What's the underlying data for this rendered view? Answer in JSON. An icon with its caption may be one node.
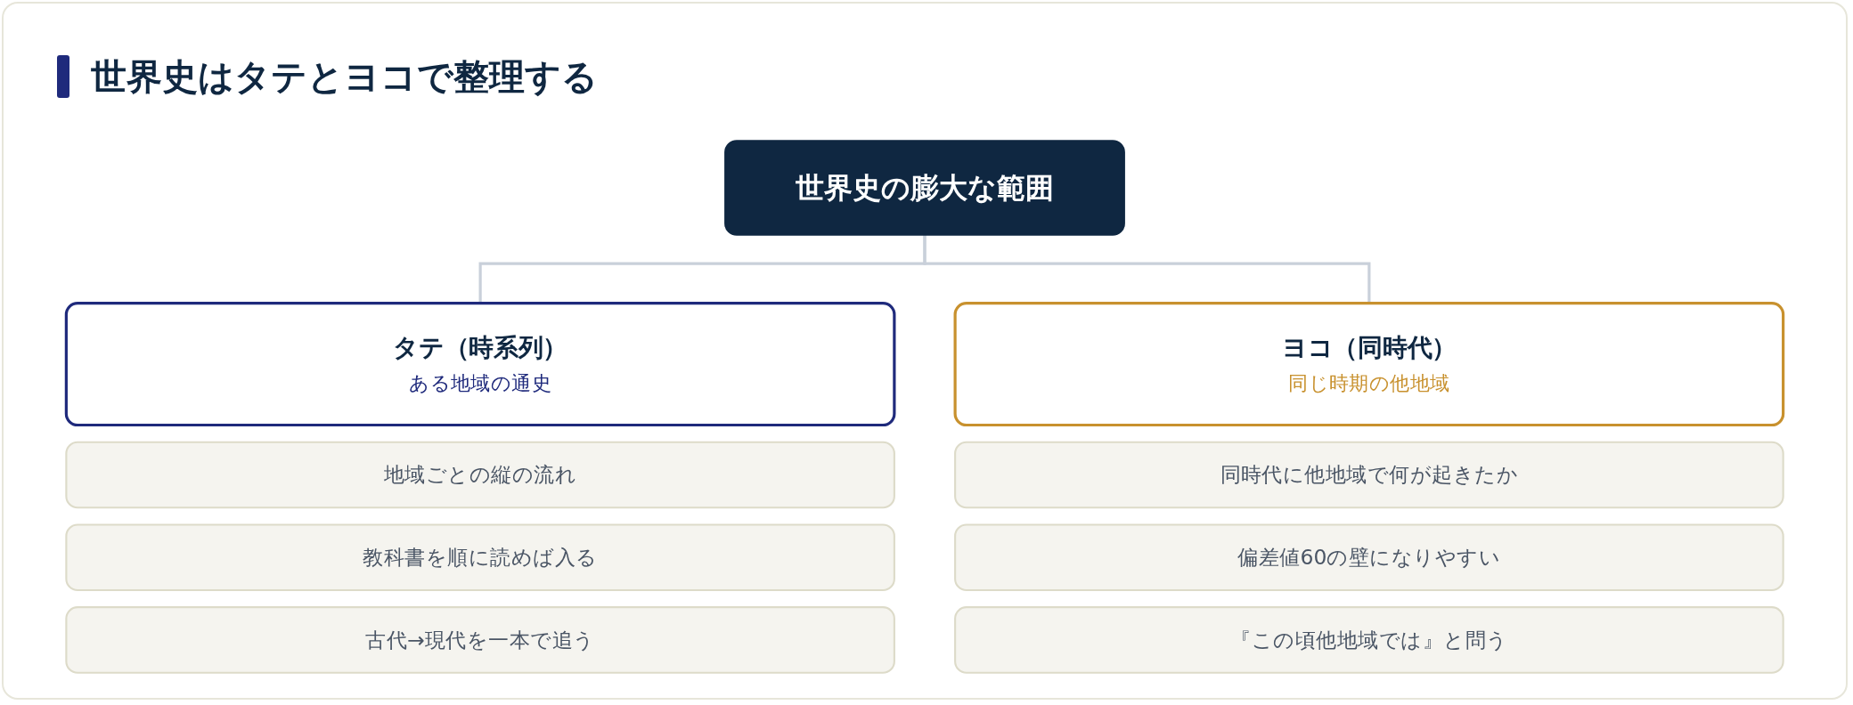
{
  "diagram": {
    "title": "世界史はタテとヨコで整理する",
    "nodes": [
      {
        "text": [
          "世界史の膨大な範囲"
        ]
      },
      {
        "text": [
          "タテ（時系列）",
          "ある地域の通史"
        ]
      },
      {
        "text": [
          "地域ごとの縦の流れ"
        ]
      },
      {
        "text": [
          "教科書を順に読めば入る"
        ]
      },
      {
        "text": [
          "古代→現代を一本で追う"
        ]
      },
      {
        "text": [
          "ヨコ（同時代）",
          "同じ時期の他地域"
        ]
      },
      {
        "text": [
          "同時代に他地域で何が起きたか"
        ]
      },
      {
        "text": [
          "偏差値60の壁になりやすい"
        ]
      },
      {
        "text": [
          "『この頃他地域では』と問う"
        ]
      }
    ],
    "edges": [
      {
        "from": 0,
        "to": 1,
        "arrow": "none"
      },
      {
        "from": 0,
        "to": 5,
        "arrow": "none"
      }
    ]
  }
}
